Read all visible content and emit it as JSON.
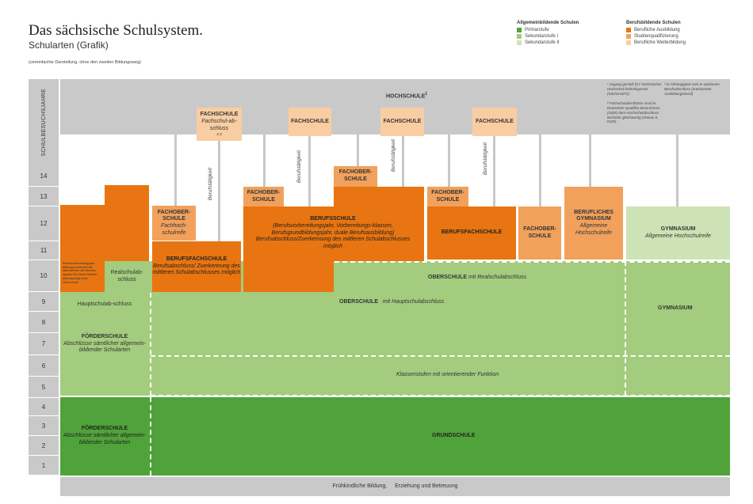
{
  "header": {
    "title": "Das sächsische Schulsystem.",
    "subtitle": "Schularten (Grafik)",
    "note": "(vereinfachte Darstellung, ohne den zweiten Bildungsweg)"
  },
  "legend": {
    "general_heading": "Allgemeinbildende Schulen",
    "general_items": [
      "Primarstufe",
      "Sekundarstufe I",
      "Sekundarstufe II"
    ],
    "vocational_heading": "Berufsbildende Schulen",
    "vocational_items": [
      "Berufliche Ausbildung",
      "Studienqualifizierung",
      "Berufliche Weiterbildung"
    ]
  },
  "colors": {
    "primar": "#4fa33a",
    "sek1": "#a3cc7e",
    "sek2": "#cde3b5",
    "ausbildung": "#e87511",
    "studien": "#f1a15c",
    "weiterbildung": "#f9cda2",
    "grey": "#c9c9c9"
  },
  "axis_label": "SCHULBESUCHSJAHRE",
  "years": [
    "14",
    "13",
    "12",
    "11",
    "10",
    "9",
    "8",
    "7",
    "6",
    "5",
    "4",
    "3",
    "2",
    "1"
  ],
  "hochschule": {
    "label": "HOCHSCHULE",
    "sup": "1",
    "footnote1": "¹ Zugang gemäß §17 Sächsisches Hochschul-freiheitsgesetz (SächsHSFG)",
    "footnote2": "² Fachschulabschlüsse sind im Deutschen Qualifika-tionsrahmen (DQR) dem Hochschulabschluss Bachelor gleichwertig (Niveau 6 DQR)",
    "footnote3": "³ In Abhängigkeit vom er-worbenen Berufsabschluss (anerkannter Ausbildungsberuf)"
  },
  "fachschule": {
    "label": "FACHSCHULE",
    "sub": "Fachschul-ab-schluss",
    "sup": "2,3"
  },
  "berufstaetigkeit": "Berufstätigkeit",
  "fachober": "FACHOBER-SCHULE",
  "left_fos": {
    "title": "FACHOBER-SCHULE",
    "sub": "Fachhoch-schulreife"
  },
  "bfs_left": {
    "title": "BERUFSFACHSCHULE",
    "sub": "Berufsabschluss/ Zuerkennung des mittleren Schulabschlusses möglich"
  },
  "berufsschule": {
    "title": "BERUFSSCHULE",
    "sub": "(Berufsvorbereitungsjahr, Vorbereitungs-klassen, Berufsgrundbildungsjahr, duale Berufsausbildung) Berufsabschluss/Zuerkennung des mittleren Schulabschlusses möglich"
  },
  "bfs_right": {
    "title": "BERUFSFACHSCHULE"
  },
  "fos_right": {
    "title": "FACHOBER-SCHULE"
  },
  "berufliches_gym": {
    "title": "BERUFLICHES GYMNASIUM",
    "sub": "Allgemeine Hochschulreife"
  },
  "gymnasium_upper": {
    "title": "GYMNASIUM",
    "sub": "Allgemeine Hochschulreife"
  },
  "gymnasium_lower": {
    "title": "GYMNASIUM"
  },
  "small_orange_text": "Berufsvorbereitungsjahr, Bildungsvorbereitende Maßnahmen der Bundes-agentur für Arbeit Weitere Bildungsange-bote Oberschule",
  "realschulabschluss": "Realschulab-schluss",
  "hauptschulabschluss": "Hauptschulab-schluss",
  "foerderschule": {
    "title": "FÖRDERSCHULE",
    "sub": "Abschlüsse sämtlicher allgemein-bildender Schularten"
  },
  "oberschule_real": {
    "title": "OBERSCHULE",
    "sub": "mit Realschulabschluss"
  },
  "oberschule_haupt": {
    "title": "OBERSCHULE",
    "sub": "mit Hauptschulabschluss"
  },
  "klassenstufen": "Klassenstufen mit orientierender Funktion",
  "grundschule": "GRUNDSCHULE",
  "footer": "Frühkindliche Bildung,     Erziehung und Betreuung"
}
